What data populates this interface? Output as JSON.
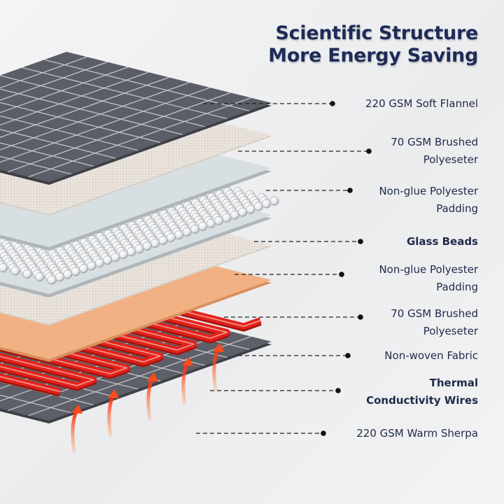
{
  "title": {
    "line1": "Scientific Structure",
    "line2": "More Energy Saving"
  },
  "colors": {
    "title": "#1e2b58",
    "label": "#1f2a4a",
    "flannel": "#5b5e66",
    "mesh": "#e6e0da",
    "padding": "#d8dfe2",
    "nonwoven": "#f1b183",
    "wire": "#e3231b",
    "arrow": "#ff4a1c"
  },
  "layers": [
    {
      "id": "flannel",
      "line1": "220 GSM Soft Flannel",
      "line2": "",
      "bold": false
    },
    {
      "id": "brushed-1",
      "line1": "70 GSM Brushed",
      "line2": "Polyeseter",
      "bold": false
    },
    {
      "id": "padding-1",
      "line1": "Non-glue Polyester",
      "line2": "Padding",
      "bold": false
    },
    {
      "id": "glass-beads",
      "line1": "Glass Beads",
      "line2": "",
      "bold": true
    },
    {
      "id": "padding-2",
      "line1": "Non-glue Polyester",
      "line2": "Padding",
      "bold": false
    },
    {
      "id": "brushed-2",
      "line1": "70 GSM Brushed",
      "line2": "Polyeseter",
      "bold": false
    },
    {
      "id": "nonwoven",
      "line1": "Non-woven Fabric",
      "line2": "",
      "bold": false
    },
    {
      "id": "wires",
      "line1": "Thermal",
      "line2": "Conductivity Wires",
      "bold": true
    },
    {
      "id": "sherpa",
      "line1": "220 GSM Warm Sherpa",
      "line2": "",
      "bold": false
    }
  ]
}
